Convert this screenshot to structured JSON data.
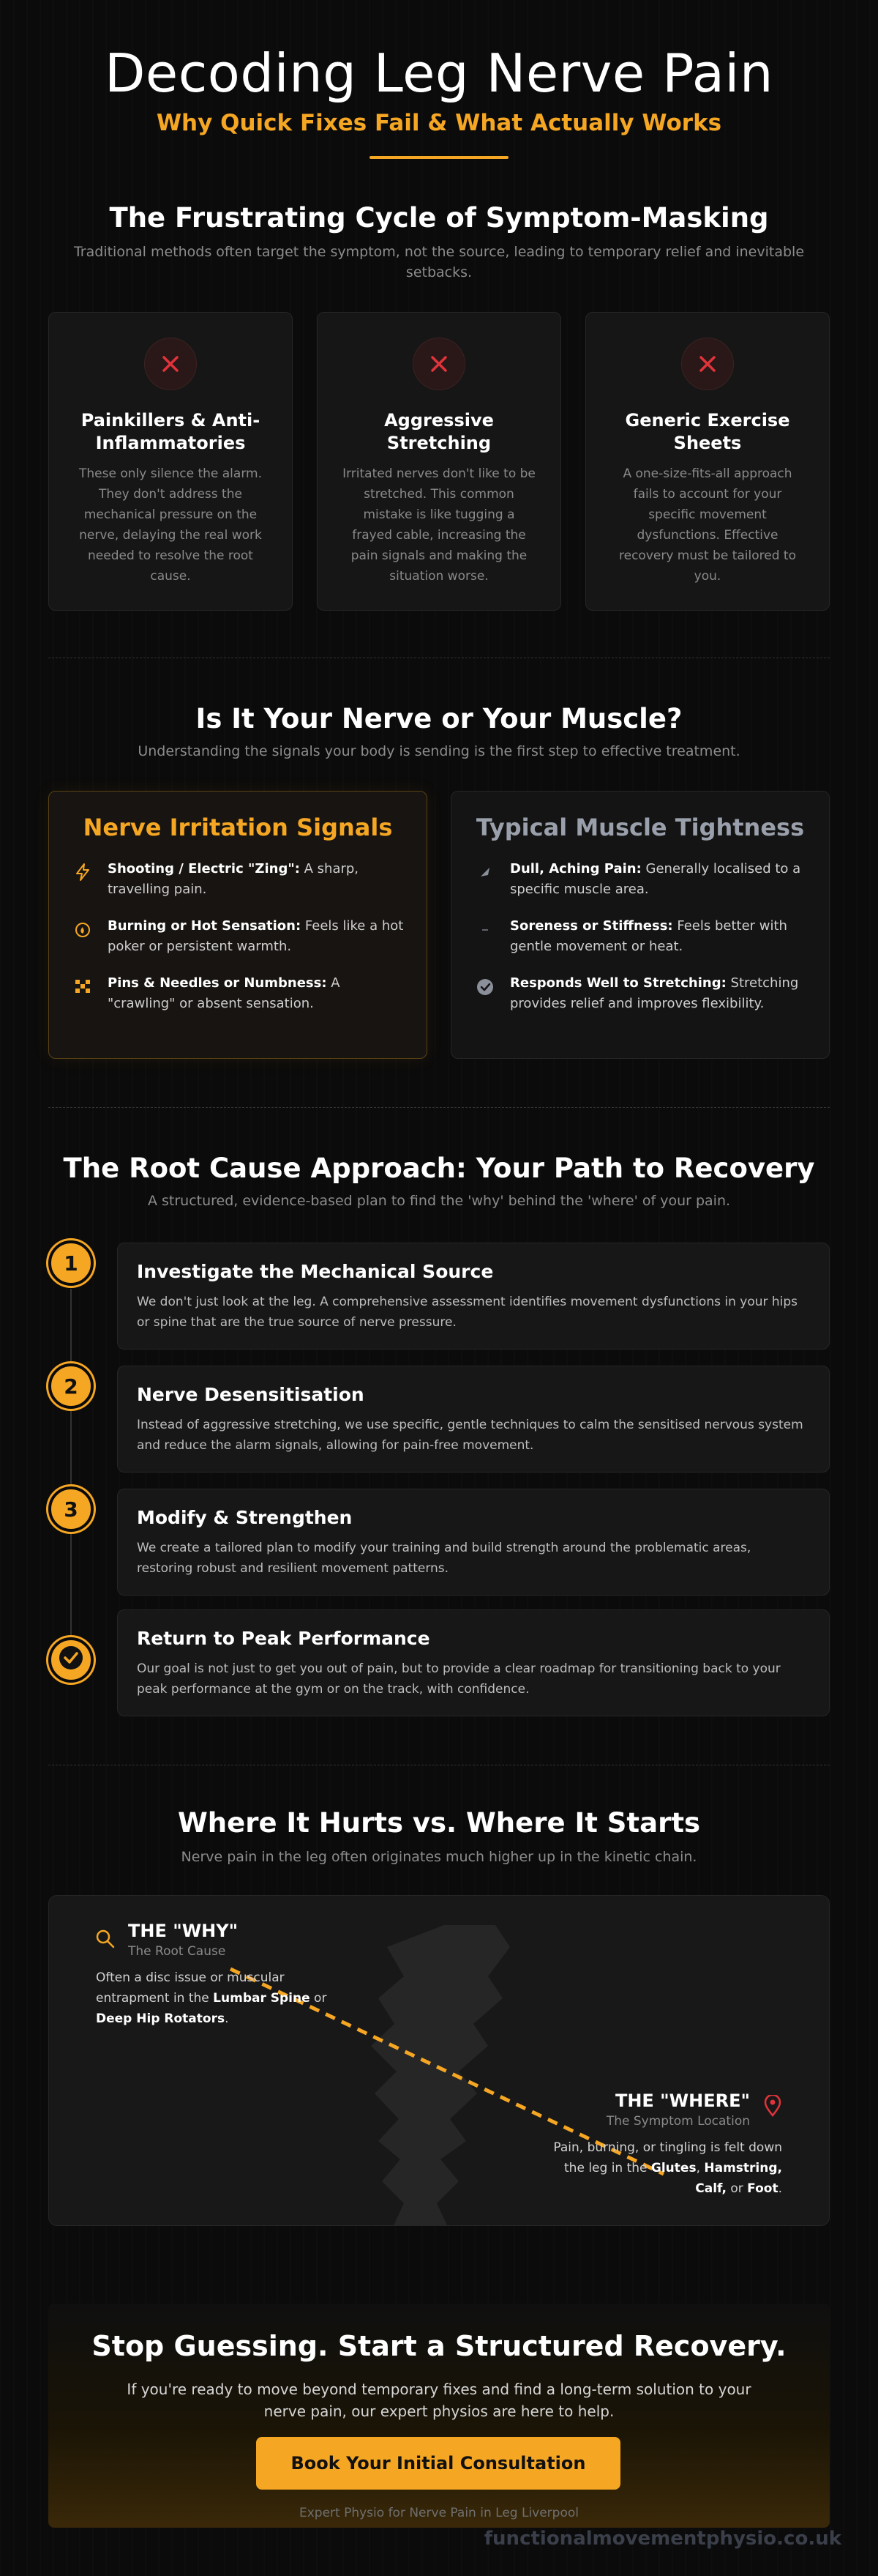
{
  "hero": {
    "title": "Decoding Leg Nerve Pain",
    "subtitle": "Why Quick Fixes Fail & What Actually Works"
  },
  "colors": {
    "accent": "#f5a623",
    "danger": "#e0333b",
    "muted": "#8c8c8c"
  },
  "cycle": {
    "title": "The Frustrating Cycle of Symptom-Masking",
    "subtitle": "Traditional methods often target the symptom, not the source, leading to temporary relief and inevitable setbacks.",
    "cards": [
      {
        "icon": "x-icon",
        "title": "Painkillers & Anti-Inflammatories",
        "text": "These only silence the alarm. They don't address the mechanical pressure on the nerve, delaying the real work needed to resolve the root cause."
      },
      {
        "icon": "x-icon",
        "title": "Aggressive Stretching",
        "text": "Irritated nerves don't like to be stretched. This common mistake is like tugging a frayed cable, increasing the pain signals and making the situation worse."
      },
      {
        "icon": "x-icon",
        "title": "Generic Exercise Sheets",
        "text": "A one-size-fits-all approach fails to account for your specific movement dysfunctions. Effective recovery must be tailored to you."
      }
    ]
  },
  "compare": {
    "title": "Is It Your Nerve or Your Muscle?",
    "subtitle": "Understanding the signals your body is sending is the first step to effective treatment.",
    "nerve": {
      "title": "Nerve Irritation Signals",
      "items": [
        {
          "icon": "lightning-icon",
          "label": "Shooting / Electric \"Zing\":",
          "text": " A sharp, travelling pain."
        },
        {
          "icon": "fire-icon",
          "label": "Burning or Hot Sensation:",
          "text": " Feels like a hot poker or persistent warmth."
        },
        {
          "icon": "dots-grid-icon",
          "label": "Pins & Needles or Numbness:",
          "text": " A \"crawling\" or absent sensation."
        }
      ]
    },
    "muscle": {
      "title": "Typical Muscle Tightness",
      "items": [
        {
          "icon": "feather-icon",
          "label": "Dull, Aching Pain:",
          "text": " Generally localised to a specific muscle area."
        },
        {
          "icon": "dash-icon",
          "label": "Soreness or Stiffness:",
          "text": " Feels better with gentle movement or heat."
        },
        {
          "icon": "check-circle-icon",
          "label": "Responds Well to Stretching:",
          "text": " Stretching provides relief and improves flexibility."
        }
      ]
    }
  },
  "approach": {
    "title": "The Root Cause Approach: Your Path to Recovery",
    "subtitle": "A structured, evidence-based plan to find the 'why' behind the 'where' of your pain.",
    "steps": [
      {
        "badge": "1",
        "title": "Investigate the Mechanical Source",
        "text": "We don't just look at the leg. A comprehensive assessment identifies movement dysfunctions in your hips or spine that are the true source of nerve pressure."
      },
      {
        "badge": "2",
        "title": "Nerve Desensitisation",
        "text": "Instead of aggressive stretching, we use specific, gentle techniques to calm the sensitised nervous system and reduce the alarm signals, allowing for pain-free movement."
      },
      {
        "badge": "3",
        "title": "Modify & Strengthen",
        "text": "We create a tailored plan to modify your training and build strength around the problematic areas, restoring robust and resilient movement patterns."
      },
      {
        "badge": "",
        "title": "Return to Peak Performance",
        "text": "Our goal is not just to get you out of pain, but to provide a clear roadmap for transitioning back to your peak performance at the gym or on the track, with confidence."
      }
    ]
  },
  "origin": {
    "title": "Where It Hurts vs. Where It Starts",
    "subtitle": "Nerve pain in the leg often originates much higher up in the kinetic chain.",
    "why": {
      "heading": "THE \"WHY\"",
      "sub": "The Root Cause",
      "text_a": "Often a disc issue or muscular entrapment in the ",
      "bold_a": "Lumbar Spine",
      "text_b": " or ",
      "bold_b": "Deep Hip Rotators",
      "text_c": "."
    },
    "where": {
      "heading": "THE \"WHERE\"",
      "sub": "The Symptom Location",
      "text_a": "Pain, burning, or tingling is felt down the leg in the ",
      "bold_a": "Glutes",
      "text_b": ", ",
      "bold_b": "Hamstring, Calf,",
      "text_c": " or ",
      "bold_c": "Foot",
      "text_d": "."
    }
  },
  "cta": {
    "title": "Stop Guessing. Start a Structured Recovery.",
    "text": "If you're ready to move beyond temporary fixes and find a long-term solution to your nerve pain, our expert physios are here to help.",
    "button": "Book Your Initial Consultation",
    "footer": "Expert Physio for Nerve Pain in Leg Liverpool"
  },
  "domain": "functionalmovementphysio.co.uk"
}
